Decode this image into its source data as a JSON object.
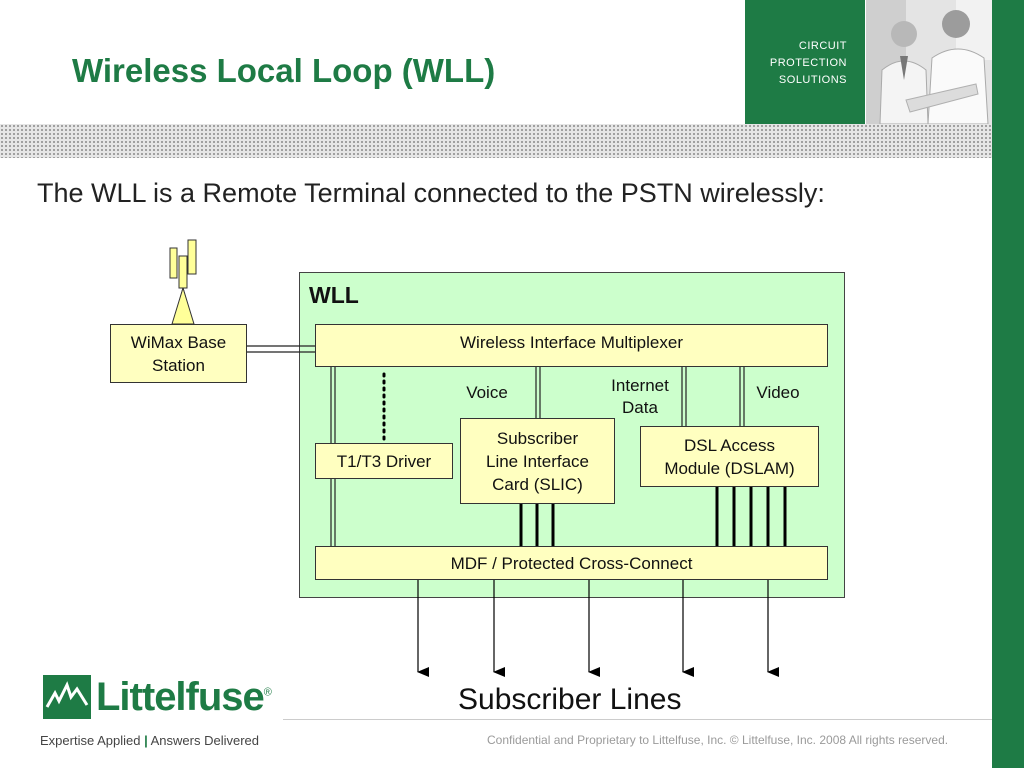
{
  "slide": {
    "title": "Wireless Local Loop (WLL)",
    "intro": "The WLL is a Remote Terminal connected to the PSTN wirelessly:"
  },
  "header": {
    "panel_line1": "CIRCUIT",
    "panel_line2": "PROTECTION",
    "panel_line3": "SOLUTIONS"
  },
  "diagram": {
    "wll_label": "WLL",
    "base_station_line1": "WiMax Base",
    "base_station_line2": "Station",
    "multiplexer": "Wireless Interface Multiplexer",
    "t1t3": "T1/T3 Driver",
    "slic_line1": "Subscriber",
    "slic_line2": "Line Interface",
    "slic_line3": "Card (SLIC)",
    "dslam_line1": "DSL Access",
    "dslam_line2": "Module (DSLAM)",
    "mdf": "MDF / Protected Cross-Connect",
    "voice": "Voice",
    "internet_line1": "Internet",
    "internet_line2": "Data",
    "video": "Video",
    "subscriber_lines": "Subscriber Lines"
  },
  "footer": {
    "logo_name": "Littelfuse",
    "logo_registered": "®",
    "tagline_part1": "Expertise Applied",
    "tagline_part2": "Answers Delivered",
    "confidential": "Confidential and Proprietary to Littelfuse, Inc. © Littelfuse, Inc. 2008 All rights reserved."
  },
  "colors": {
    "brand_green": "#1e7b45",
    "box_fill": "#ffffc0",
    "wll_fill": "#ccffcc"
  }
}
